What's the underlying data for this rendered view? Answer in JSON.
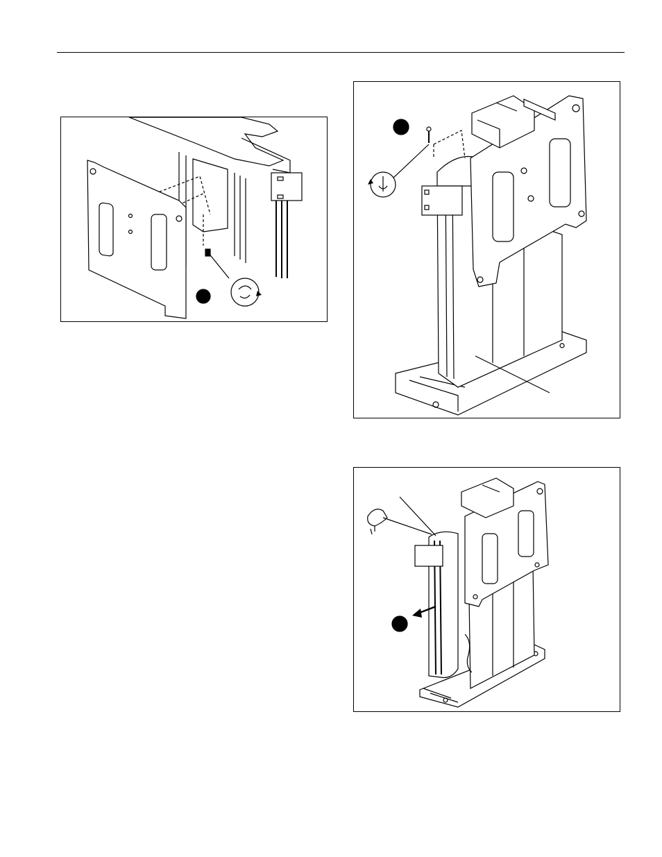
{
  "page": {
    "header_rule": true
  },
  "figures": [
    {
      "id": "fig1",
      "step_callout": "",
      "tool_icon": "wrench-rotate-icon"
    },
    {
      "id": "fig2",
      "step_callout": "",
      "tool_icon": "screwdriver-rotate-icon"
    },
    {
      "id": "fig3",
      "step_callout": "",
      "tool_icon": "hand-pull-icon"
    }
  ],
  "colors": {
    "line": "#000000",
    "fill": "#ffffff"
  }
}
